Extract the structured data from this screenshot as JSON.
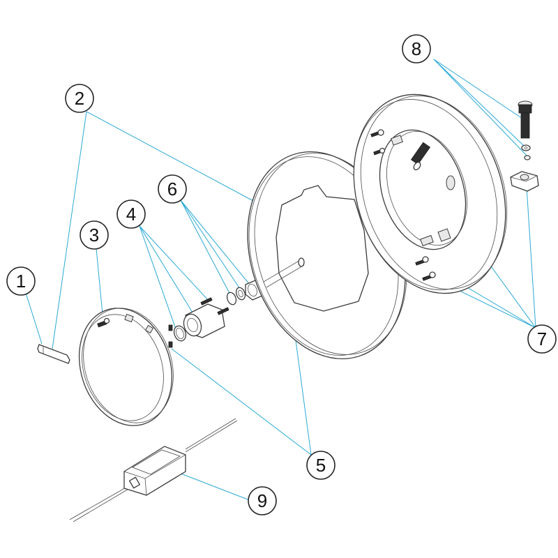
{
  "callouts": {
    "c1": "1",
    "c2": "2",
    "c3": "3",
    "c4": "4",
    "c5": "5",
    "c6": "6",
    "c7": "7",
    "c8": "8",
    "c9": "9"
  },
  "colors": {
    "leader": "#29a9d6",
    "outline": "#3a3a3a"
  }
}
